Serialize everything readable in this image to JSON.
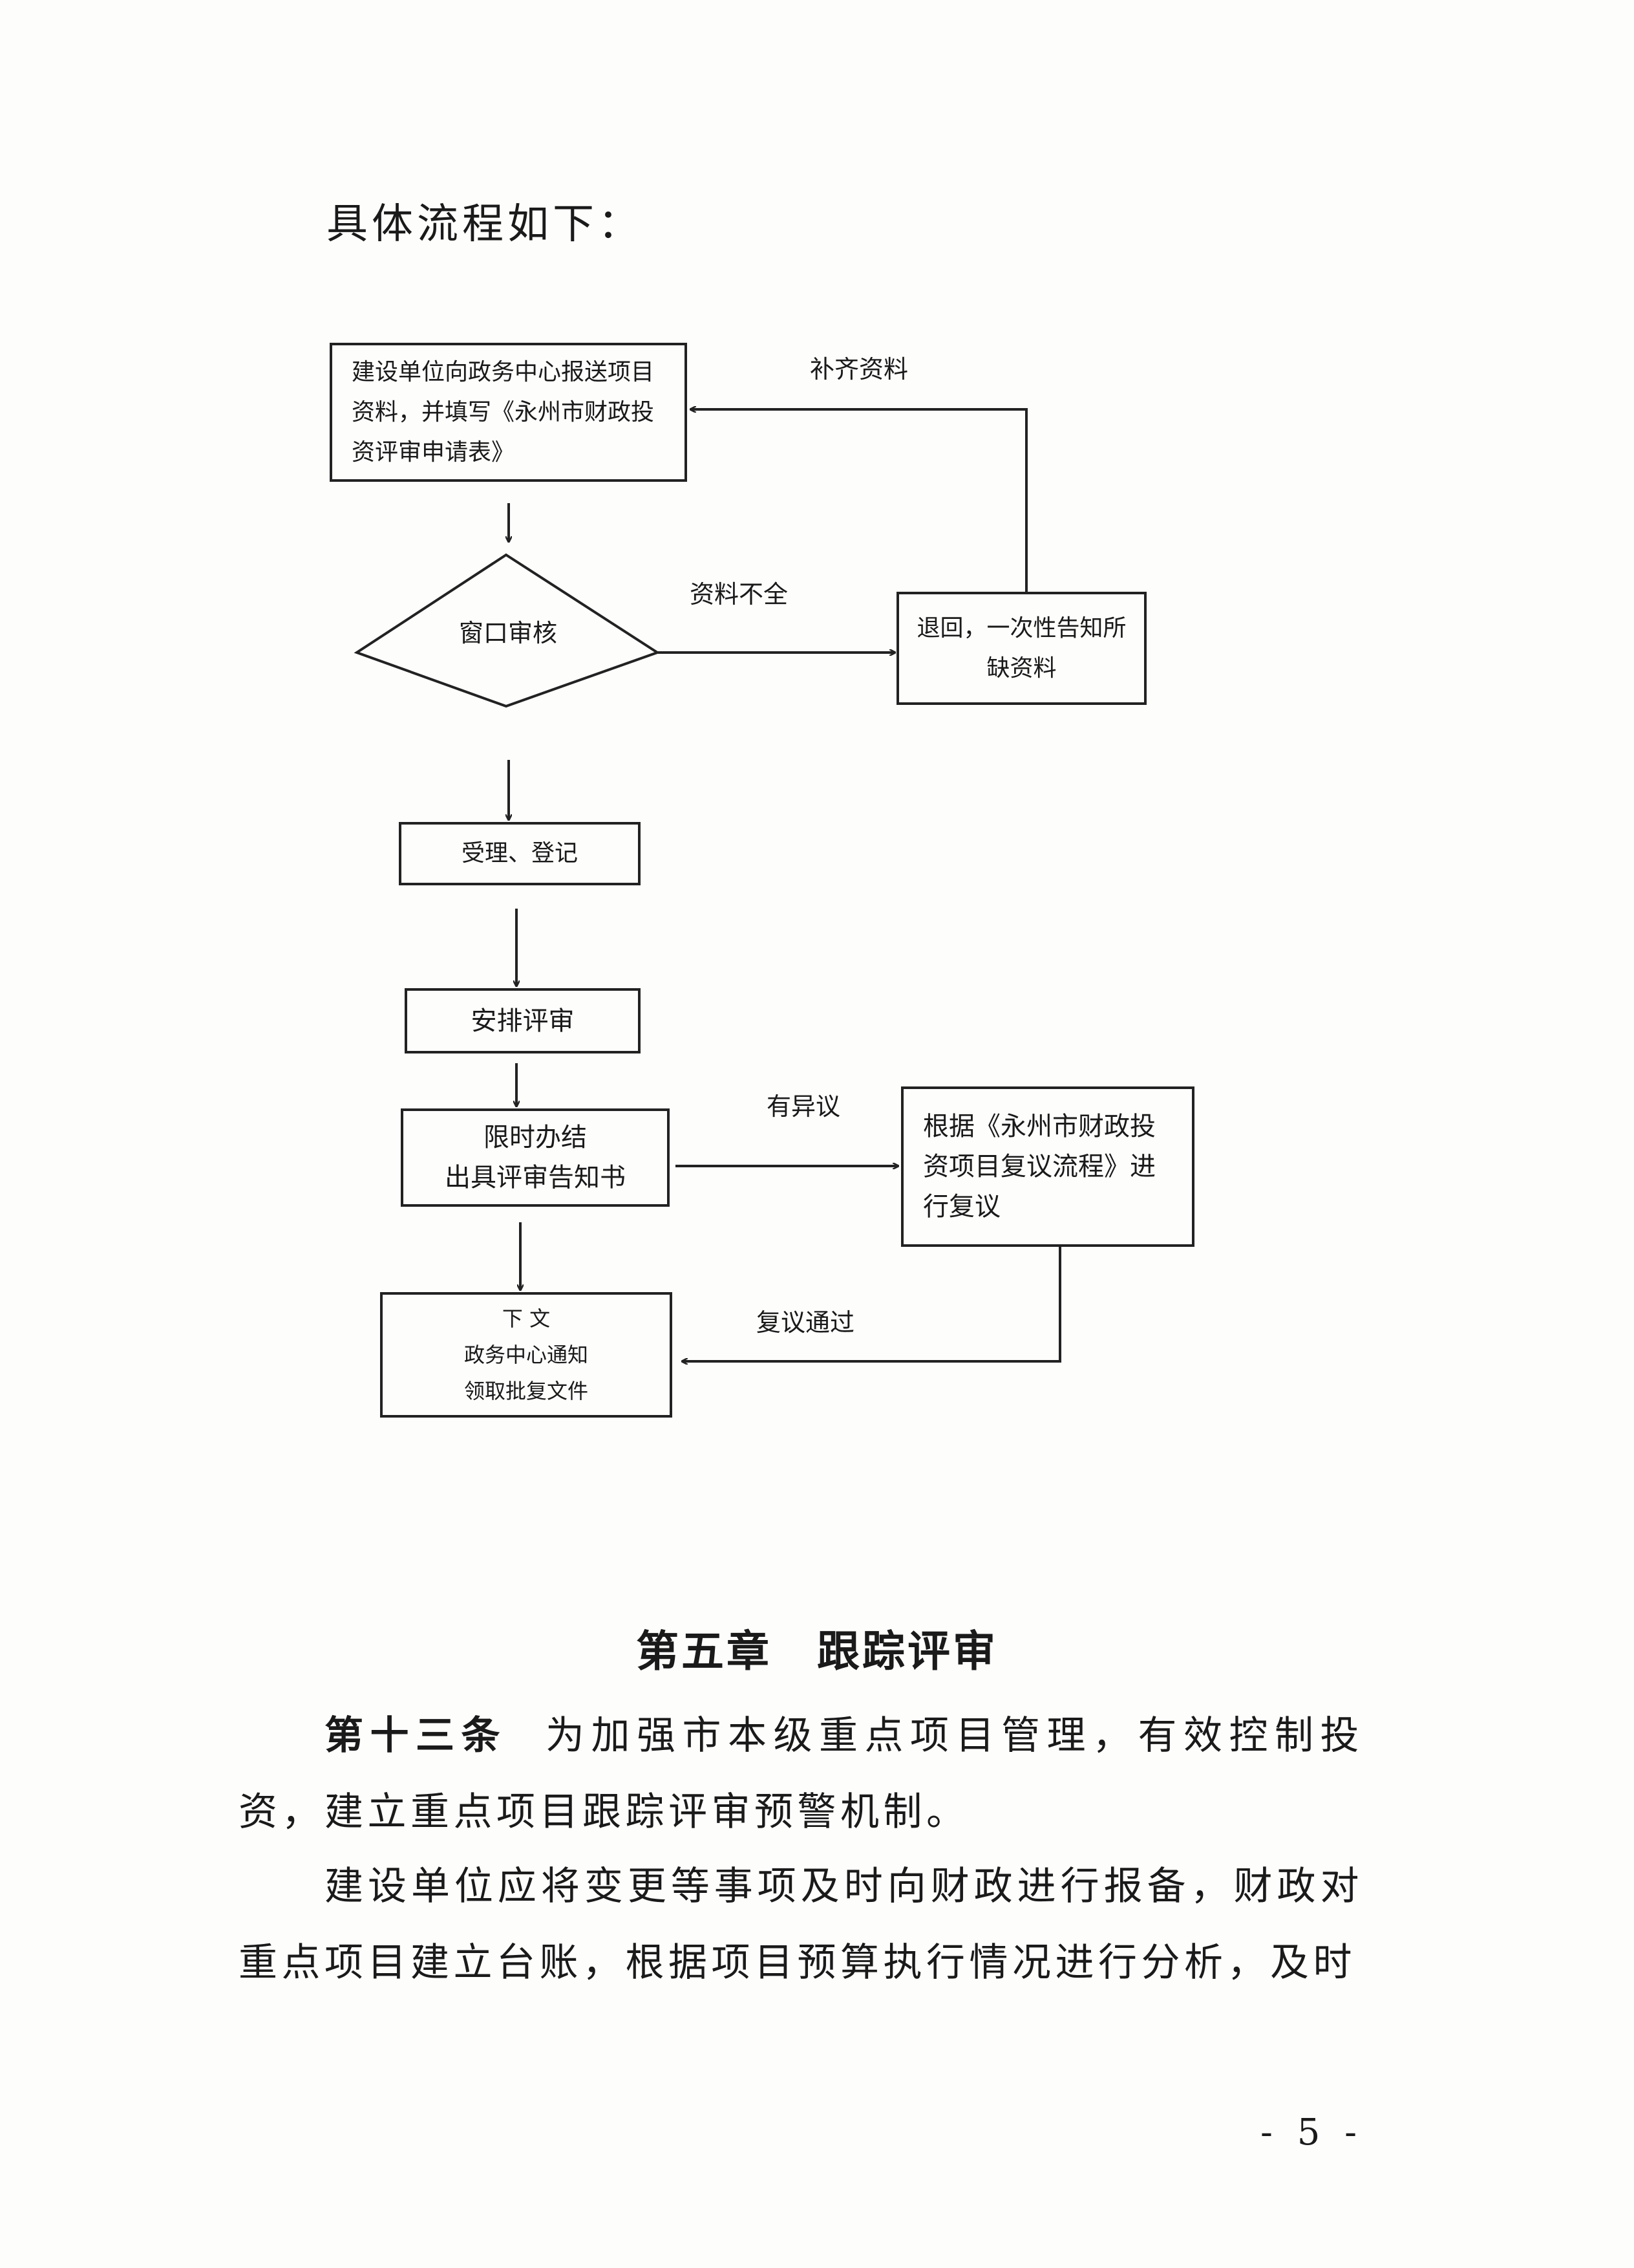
{
  "intro": "具体流程如下：",
  "flowchart": {
    "submit_box": [
      "建设单位向政务中心报送项目",
      "资料，并填写《永州市财政投",
      "资评审申请表》"
    ],
    "supplement_label": "补齐资料",
    "window_review": "窗口审核",
    "incomplete_label": "资料不全",
    "return_box": [
      "退回，一次性告知所",
      "缺资料"
    ],
    "accept_box": "受理、登记",
    "arrange_box": "安排评审",
    "deadline_box": [
      "限时办结",
      "出具评审告知书"
    ],
    "objection_label": "有异议",
    "reconsider_box": [
      "根据《永州市财政投",
      "资项目复议流程》进",
      "行复议"
    ],
    "passed_label": "复议通过",
    "issue_box": [
      "下 文",
      "政务中心通知",
      "领取批复文件"
    ]
  },
  "chapter_title": "第五章　跟踪评审",
  "paragraphs": [
    {
      "article": "第十三条",
      "text": "为加强市本级重点项目管理，有效控制投资，建立重点项目跟踪评审预警机制。"
    },
    {
      "text": "建设单位应将变更等事项及时向财政进行报备，财政对重点项目建立台账，根据项目预算执行情况进行分析，及时"
    }
  ],
  "page_number": "- 5 -"
}
